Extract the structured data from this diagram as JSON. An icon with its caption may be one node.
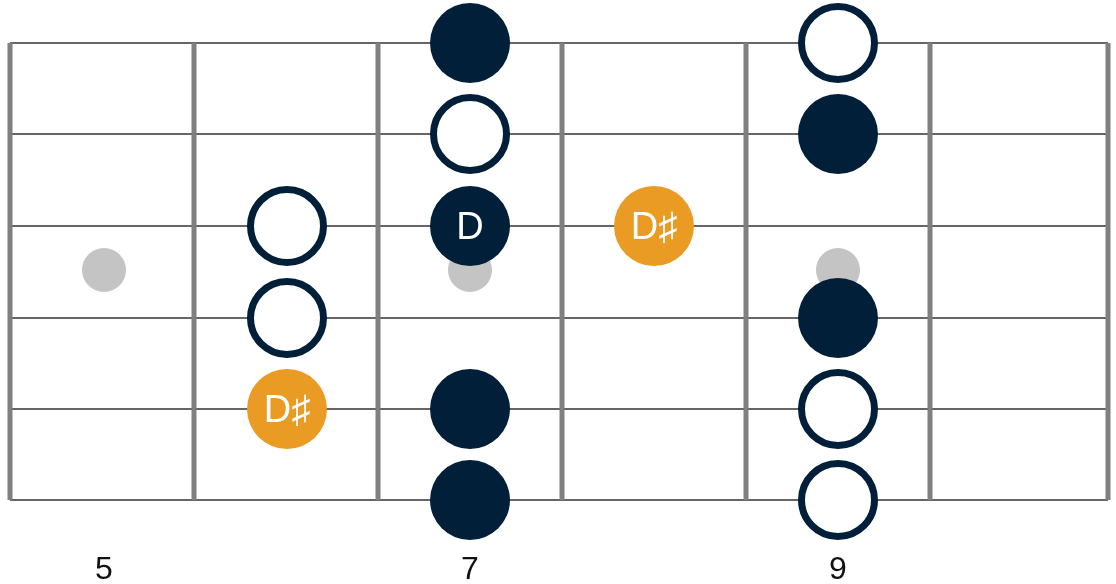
{
  "diagram": {
    "nodes": [
      {
        "text": [],
        "shape": "circle"
      },
      {
        "text": [],
        "shape": "circle"
      },
      {
        "text": [],
        "shape": "circle"
      },
      {
        "text": [],
        "shape": "circle"
      },
      {
        "text": [],
        "shape": "circle"
      },
      {
        "text": [
          "D"
        ]
      },
      {
        "text": [
          "D♯"
        ]
      },
      {
        "text": [],
        "shape": "circle"
      },
      {
        "text": [],
        "shape": "circle"
      },
      {
        "text": [
          "D♯"
        ]
      },
      {
        "text": [],
        "shape": "circle"
      },
      {
        "text": [],
        "shape": "circle"
      },
      {
        "text": [],
        "shape": "circle"
      },
      {
        "text": [],
        "shape": "circle"
      }
    ],
    "labels": [
      "5",
      "7",
      "9"
    ]
  }
}
